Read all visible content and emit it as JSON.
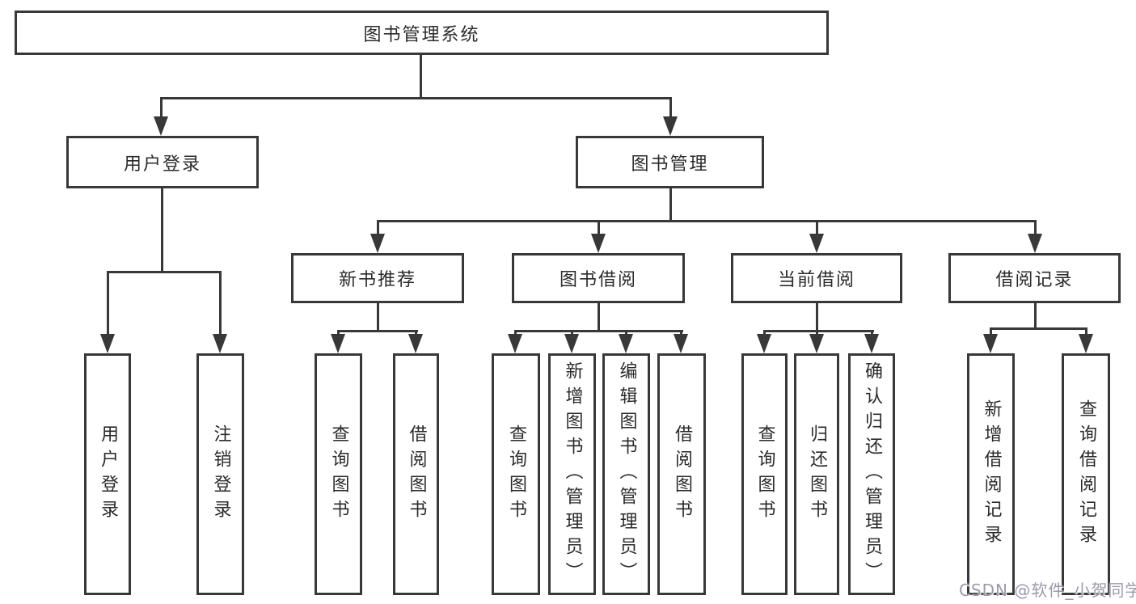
{
  "diagram": {
    "root": "图书管理系统",
    "level2": {
      "user_login": "用户登录",
      "book_mgmt": "图书管理"
    },
    "level3": {
      "new_books": "新书推荐",
      "book_borrow": "图书借阅",
      "current_borrow": "当前借阅",
      "borrow_records": "借阅记录"
    },
    "leaves": {
      "user_login": [
        "用户登录",
        "注销登录"
      ],
      "new_books": [
        "查询图书",
        "借阅图书"
      ],
      "book_borrow": [
        "查询图书",
        "新增图书（管理员）",
        "编辑图书（管理员）",
        "借阅图书"
      ],
      "current_borrow": [
        "查询图书",
        "归还图书",
        "确认归还（管理员）"
      ],
      "borrow_records": [
        "新增借阅记录",
        "查询借阅记录"
      ]
    }
  },
  "watermark": "CSDN @软件_小贺同学",
  "colors": {
    "line": "#383838",
    "text": "#2b2b2b",
    "watermark": "#9a9aae",
    "background": "#ffffff"
  }
}
